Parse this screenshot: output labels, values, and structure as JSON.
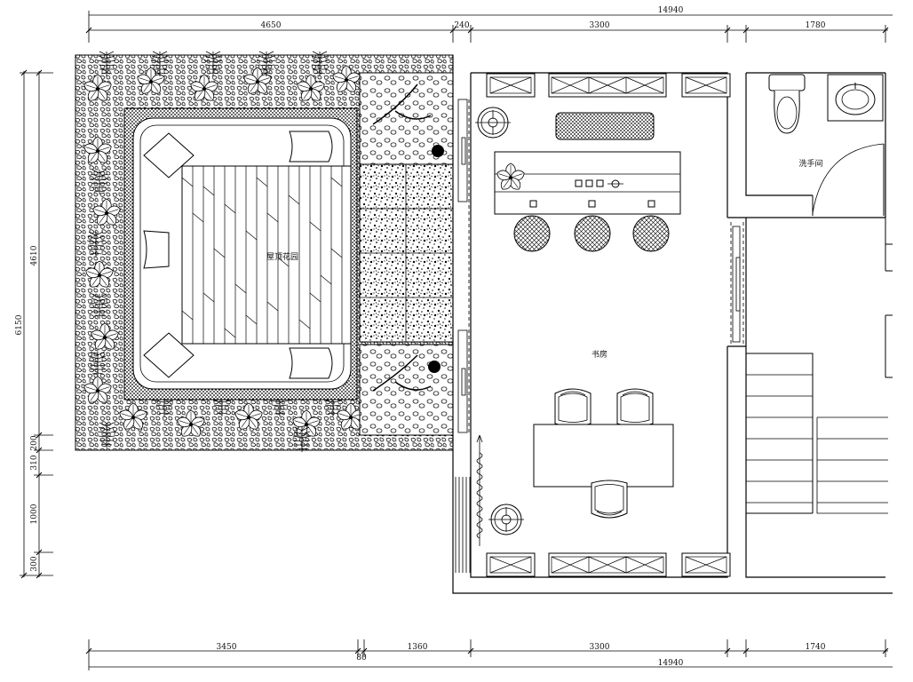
{
  "rooms": {
    "roof_garden": "屋顶花园",
    "study": "书房",
    "washroom": "洗手间"
  },
  "dims_top": {
    "total": "14940",
    "seg1": "4650",
    "seg2": "240",
    "seg3": "3300",
    "seg4": "1780"
  },
  "dims_bottom": {
    "total": "14940",
    "seg1": "3450",
    "seg2": "80",
    "seg3": "1360",
    "seg4": "3300",
    "seg5": "1740"
  },
  "dims_left": {
    "total": "6150",
    "seg1": "4610",
    "seg2": "200",
    "seg3": "310",
    "seg4": "1000",
    "seg5": "300"
  }
}
